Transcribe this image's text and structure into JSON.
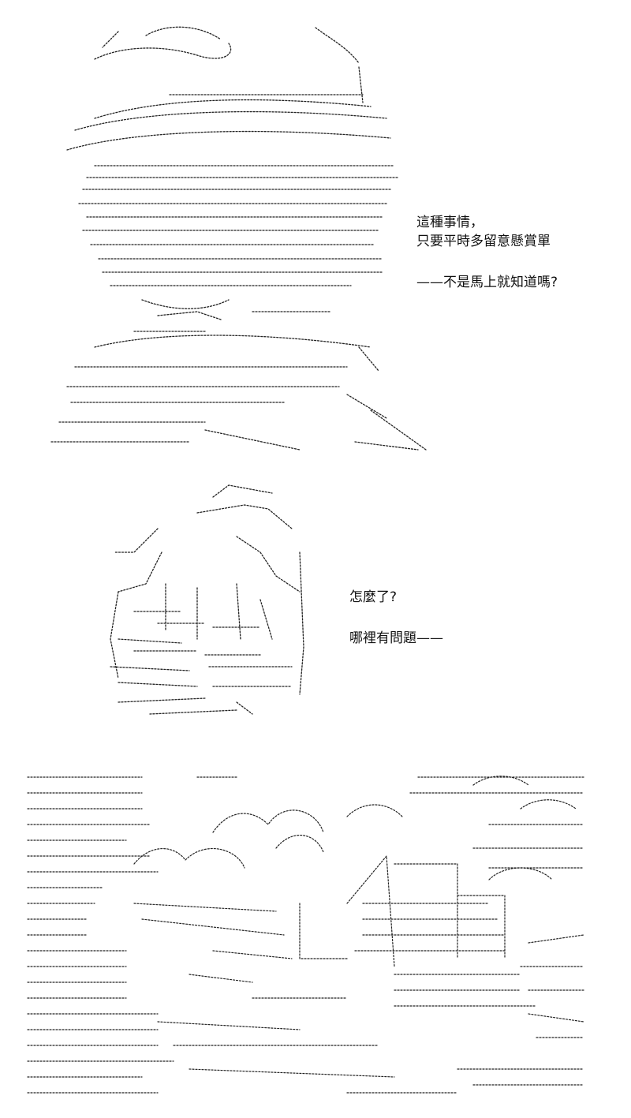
{
  "panels": [
    {
      "lines": [
        "這種事情，",
        "只要平時多留意懸賞單",
        "——不是馬上就知道嗎?"
      ]
    },
    {
      "lines": [
        "怎麼了?",
        "哪裡有問題——"
      ]
    },
    {
      "lines": []
    }
  ],
  "colors": {
    "ink": "#111111",
    "background": "#ffffff"
  }
}
